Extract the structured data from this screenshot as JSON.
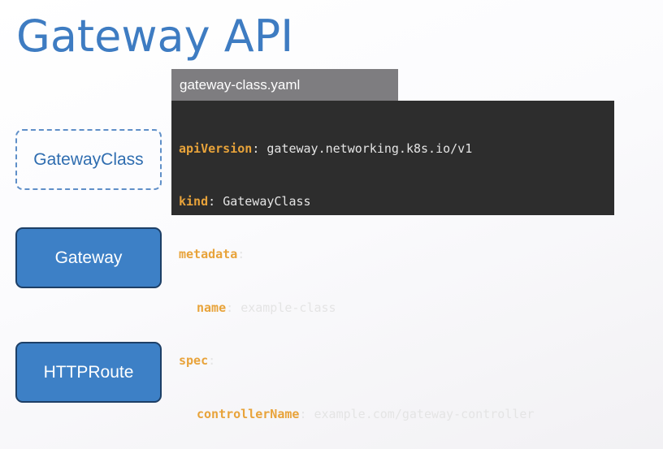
{
  "slide": {
    "title": "Gateway API"
  },
  "resources": {
    "gateway_class": "GatewayClass",
    "gateway": "Gateway",
    "http_route": "HTTPRoute"
  },
  "file": {
    "name": "gateway-class.yaml",
    "lines": [
      {
        "key": "apiVersion",
        "sep": ": ",
        "value": "gateway.networking.k8s.io/v1",
        "indent": false
      },
      {
        "key": "kind",
        "sep": ": ",
        "value": "GatewayClass",
        "indent": false
      },
      {
        "key": "metadata",
        "sep": ":",
        "value": "",
        "indent": false
      },
      {
        "key": "name",
        "sep": ": ",
        "value": "example-class",
        "indent": true
      },
      {
        "key": "spec",
        "sep": ":",
        "value": "",
        "indent": false
      },
      {
        "key": "controllerName",
        "sep": ": ",
        "value": "example.com/gateway-controller",
        "indent": true
      }
    ]
  },
  "colors": {
    "title": "#3e7cc2",
    "box_fill": "#3d80c6",
    "box_border": "#1d3f66",
    "dashed_border": "#5f8fc8",
    "tab_bg": "#7e7d80",
    "code_bg": "#2d2d2d",
    "yaml_key": "#e8a33a"
  }
}
